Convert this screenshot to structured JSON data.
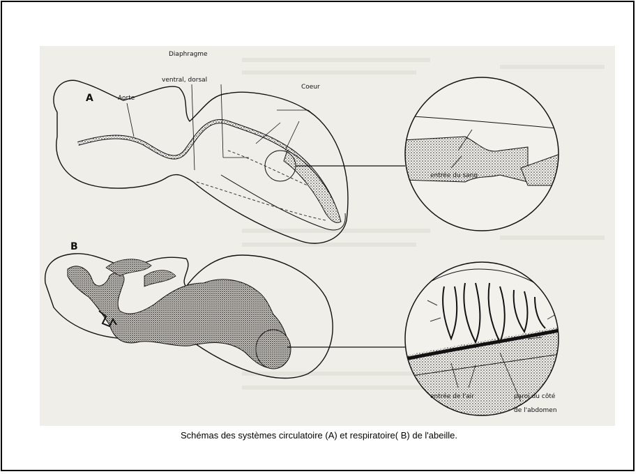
{
  "figure": {
    "panel_a": {
      "letter": "A",
      "labels": {
        "diaphragme": "Diaphragme",
        "ventral_dorsal": "ventral, dorsal",
        "aorte": "Aorte",
        "coeur": "Coeur",
        "entree_sang": "entrée du sang"
      }
    },
    "panel_b": {
      "letter": "B",
      "labels": {
        "entree_air": "entrée de l'air",
        "paroi_line1": "paroi du côté",
        "paroi_line2": "de l'abdomen"
      }
    }
  },
  "caption": "Schémas des systèmes circulatoire (A) et respiratoire( B) de l'abeille."
}
